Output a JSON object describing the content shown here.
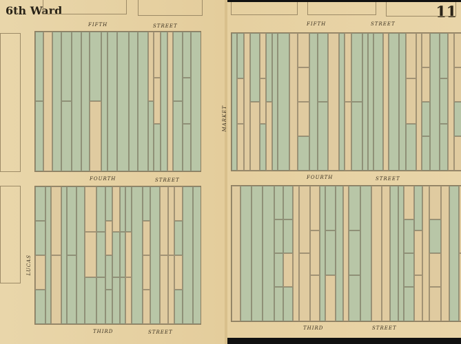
{
  "map": {
    "ward_title": "6th Ward",
    "plate_number": "11",
    "colors": {
      "paper": "#e8d3a6",
      "brick_lots": "#b8c6a7",
      "frame_lots": "#e0cba0",
      "lines": "#8a7a5c"
    },
    "streets": {
      "fifth_left": [
        "FIFTH",
        "STREET"
      ],
      "fifth_right": [
        "FIFTH",
        "STREET"
      ],
      "fourth_left": [
        "FOURTH",
        "STREET"
      ],
      "fourth_right": [
        "FOURTH",
        "STREET"
      ],
      "third_left": [
        "THIRD",
        "STREET"
      ],
      "third_right": [
        "THIRD",
        "STREET"
      ],
      "market": "MARKET",
      "lucas": "LUCAS"
    }
  }
}
